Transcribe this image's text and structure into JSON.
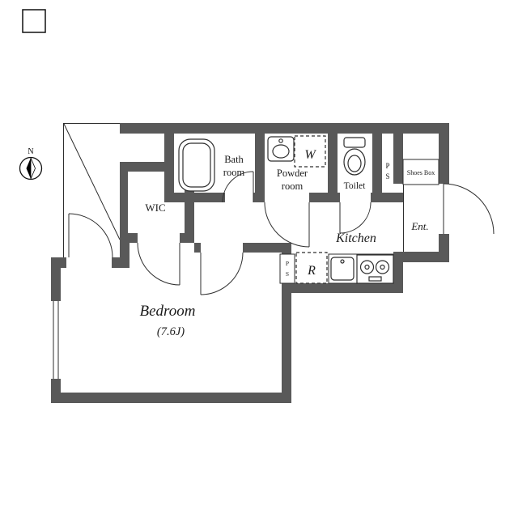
{
  "plan": {
    "compass": "N",
    "bedroom": {
      "name": "Bedroom",
      "size": "(7.6J)"
    },
    "wic": "WIC",
    "bath": {
      "line1": "Bath",
      "line2": "room"
    },
    "powder": {
      "line1": "Powder",
      "line2": "room"
    },
    "toilet": "Toilet",
    "washer": "W",
    "fridge": "R",
    "kitchen": "Kitchen",
    "entrance": "Ent.",
    "shoes_box": "Shoes Box",
    "ps_upper": {
      "p": "P",
      "s": "S"
    },
    "ps_lower": {
      "p": "P",
      "s": "S"
    }
  },
  "colors": {
    "wall": "#595959",
    "line": "#2e2e2e",
    "text": "#1b1b1b"
  }
}
